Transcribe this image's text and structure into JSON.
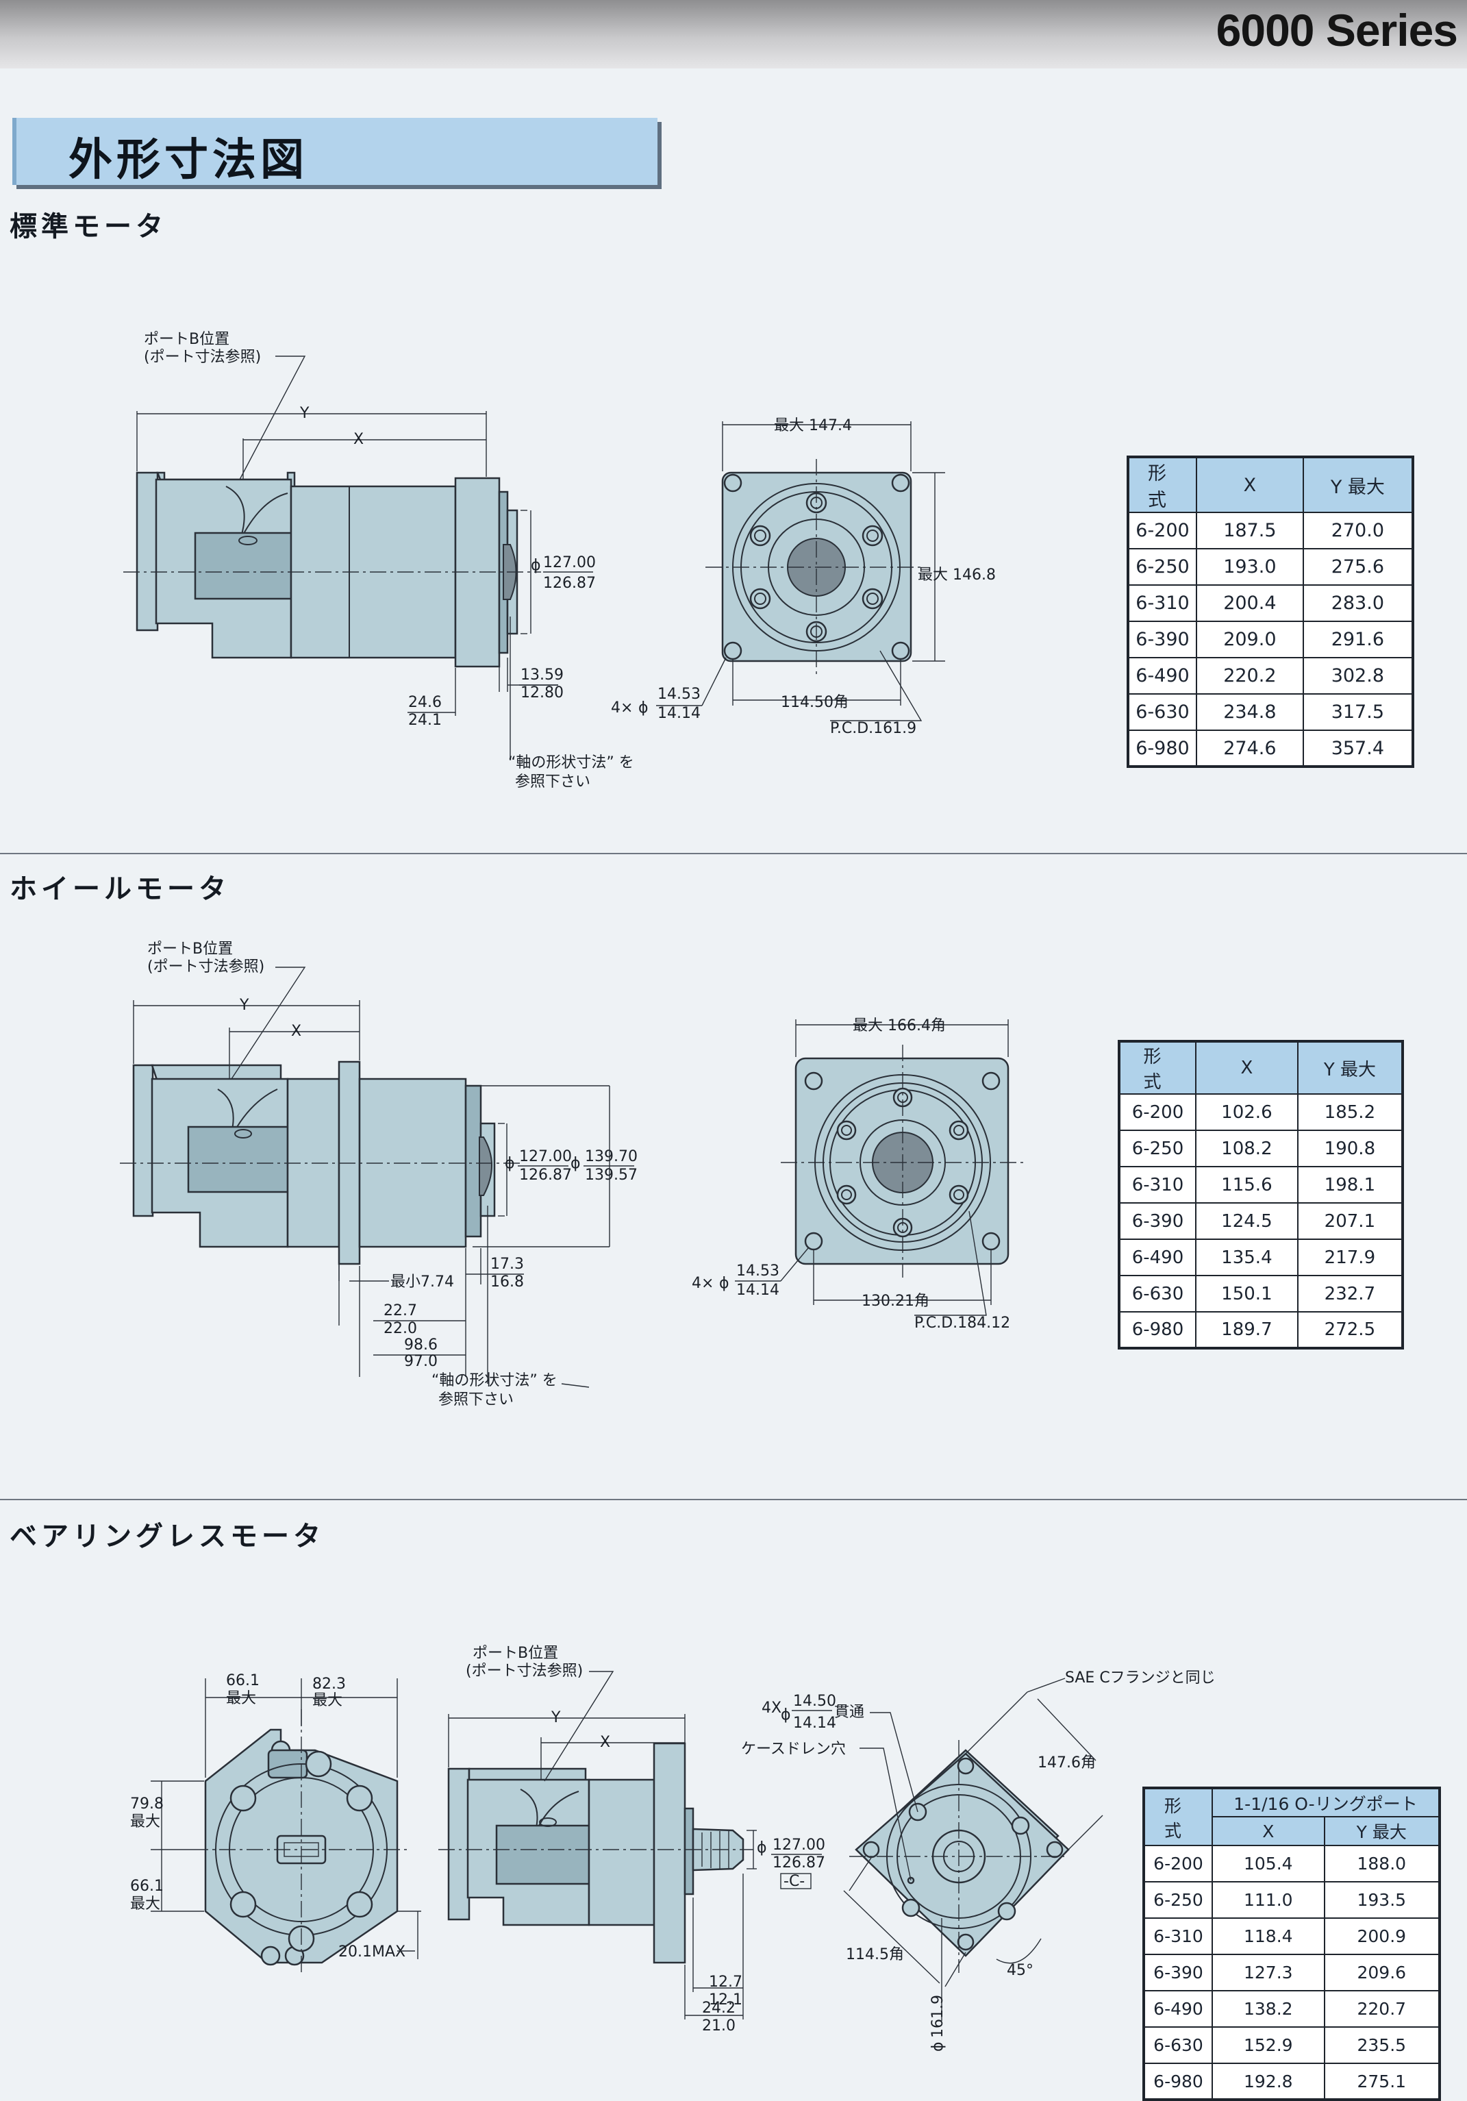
{
  "header": {
    "series": "6000 Series"
  },
  "page_title": "外形寸法図",
  "sections": {
    "standard": {
      "title": "標準モータ",
      "port_b_label": [
        "ポートB位置",
        "(ポート寸法参照)"
      ],
      "y": "Y",
      "x": "X",
      "shaft_dia_top": "127.00",
      "shaft_dia_bottom": "126.87",
      "d1_top": "13.59",
      "d1_bottom": "12.80",
      "d2_top": "24.6",
      "d2_bottom": "24.1",
      "shaft_note": [
        "“軸の形状寸法” を",
        "参照下さい"
      ],
      "front_max_w": "最大 147.4",
      "front_max_h": "最大 146.8",
      "bolt_prefix": "4×",
      "bolt_top": "14.53",
      "bolt_bottom": "14.14",
      "square": "114.50角",
      "pcd": "P.C.D.161.9",
      "table": {
        "headers": [
          "形 式",
          "X",
          "Y 最大"
        ],
        "rows": [
          [
            "6-200",
            "187.5",
            "270.0"
          ],
          [
            "6-250",
            "193.0",
            "275.6"
          ],
          [
            "6-310",
            "200.4",
            "283.0"
          ],
          [
            "6-390",
            "209.0",
            "291.6"
          ],
          [
            "6-490",
            "220.2",
            "302.8"
          ],
          [
            "6-630",
            "234.8",
            "317.5"
          ],
          [
            "6-980",
            "274.6",
            "357.4"
          ]
        ]
      }
    },
    "wheel": {
      "title": "ホイールモータ",
      "port_b_label": [
        "ポートB位置",
        "(ポート寸法参照)"
      ],
      "y": "Y",
      "x": "X",
      "shaft_dia_top": "127.00",
      "shaft_dia_bottom": "126.87",
      "pilot_top": "139.70",
      "pilot_bottom": "139.57",
      "min_len": "最小7.74",
      "d1_top": "17.3",
      "d1_bottom": "16.8",
      "d2_top": "22.7",
      "d2_bottom": "22.0",
      "d3_top": "98.6",
      "d3_bottom": "97.0",
      "shaft_note": [
        "“軸の形状寸法” を",
        "参照下さい"
      ],
      "front_max_w": "最大 166.4角",
      "bolt_prefix": "4×",
      "bolt_top": "14.53",
      "bolt_bottom": "14.14",
      "square": "130.21角",
      "pcd": "P.C.D.184.12",
      "table": {
        "headers": [
          "形 式",
          "X",
          "Y 最大"
        ],
        "rows": [
          [
            "6-200",
            "102.6",
            "185.2"
          ],
          [
            "6-250",
            "108.2",
            "190.8"
          ],
          [
            "6-310",
            "115.6",
            "198.1"
          ],
          [
            "6-390",
            "124.5",
            "207.1"
          ],
          [
            "6-490",
            "135.4",
            "217.9"
          ],
          [
            "6-630",
            "150.1",
            "232.7"
          ],
          [
            "6-980",
            "189.7",
            "272.5"
          ]
        ]
      }
    },
    "bearingless": {
      "title": "ベアリングレスモータ",
      "top_left_dim": [
        "66.1",
        "最大"
      ],
      "top_right_dim": [
        "82.3",
        "最大"
      ],
      "left_top_dim": [
        "79.8",
        "最大"
      ],
      "left_bottom_dim": [
        "66.1",
        "最大"
      ],
      "bottom_dim": "20.1MAX",
      "port_b_label": [
        "ポートB位置",
        "(ポート寸法参照)"
      ],
      "y": "Y",
      "x": "X",
      "shaft_dia_top": "127.00",
      "shaft_dia_bottom": "126.87",
      "datum": "-C-",
      "d1_top": "12.7",
      "d1_bottom": "12.1",
      "d2_top": "24.2",
      "d2_bottom": "21.0",
      "through_prefix": "4X",
      "through_top": "14.50",
      "through_bottom": "14.14",
      "through_label": "貫通",
      "drain": "ケースドレン穴",
      "sae": "SAE Cフランジと同じ",
      "square_big": "147.6角",
      "square_small": "114.5角",
      "angle": "45°",
      "pcd": "161.9",
      "table": {
        "model_header": "形 式",
        "port_header": "1-1/16 O-リングポート",
        "sub_headers": [
          "X",
          "Y 最大"
        ],
        "rows": [
          [
            "6-200",
            "105.4",
            "188.0"
          ],
          [
            "6-250",
            "111.0",
            "193.5"
          ],
          [
            "6-310",
            "118.4",
            "200.9"
          ],
          [
            "6-390",
            "127.3",
            "209.6"
          ],
          [
            "6-490",
            "138.2",
            "220.7"
          ],
          [
            "6-630",
            "152.9",
            "235.5"
          ],
          [
            "6-980",
            "192.8",
            "275.1"
          ]
        ]
      }
    }
  }
}
